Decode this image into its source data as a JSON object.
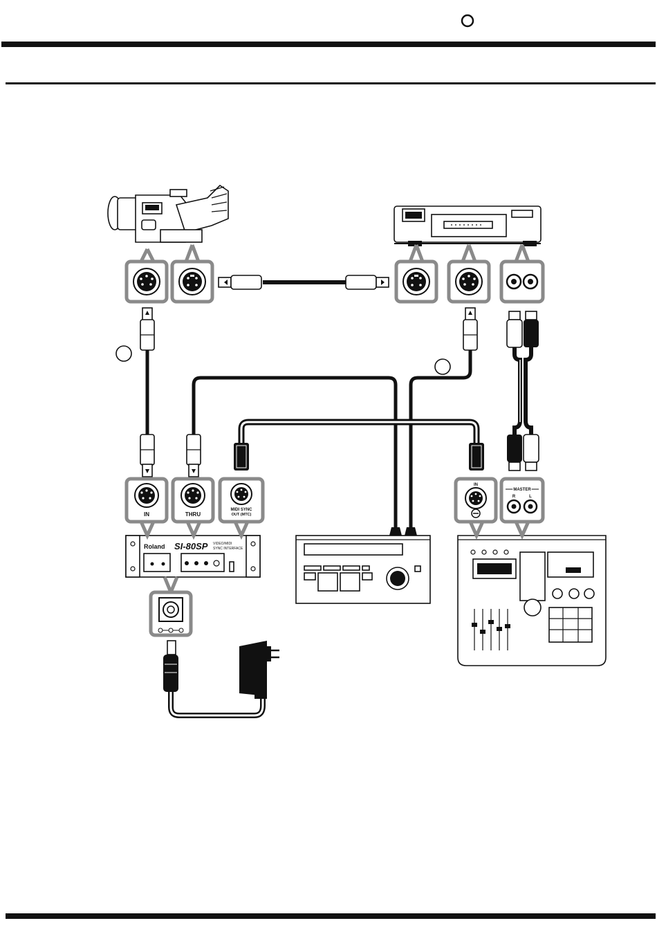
{
  "page": {
    "header_marker": "circle-outline-icon"
  },
  "diagram": {
    "ports": {
      "si80_in": "IN",
      "si80_thru": "THRU",
      "si80_midi_sync": "MIDI SYNC",
      "si80_out_mtc": "OUT (MTC)",
      "recorder_in": "IN",
      "recorder_master": "MASTER",
      "master_r": "R",
      "master_l": "L"
    },
    "si80sp": {
      "brand": "Roland",
      "model": "SI-80SP",
      "subtitle_1": "VIDEO/MIDI",
      "subtitle_2": "SYNC INTERFACE"
    },
    "callout_markers": [
      "circle-outline-icon",
      "circle-outline-icon"
    ],
    "icons": [
      "video-camera-icon",
      "vcr-deck-icon",
      "video-editor-icon",
      "digital-recorder-icon",
      "ac-adaptor-icon"
    ],
    "accent_gray": "#8a8a8a"
  }
}
